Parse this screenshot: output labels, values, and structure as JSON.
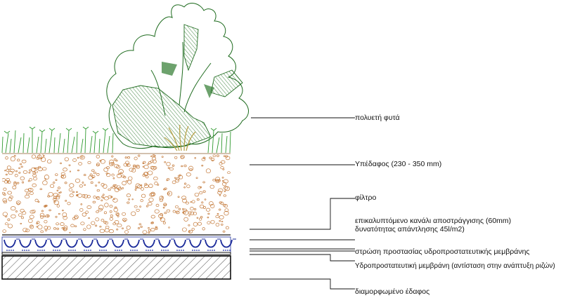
{
  "labels": {
    "plants": "πολυετή φυτά",
    "substrate": "Υπέδαφος (230 - 350 mm)",
    "filter": "φίλτρο",
    "drainage_line1": "επικαλυπτόμενο κανάλι αποστράγγισης (60mm)",
    "drainage_line2": "δυνατότητας απάντλησης 45l/m2)",
    "protection": "στρώση προστασίας υδροπροστατευτικής μεμβράνης",
    "membrane": "Υδροπροστατευτική μεμβράνη  (αντίσταση στην ανάπτυξη ριζών)",
    "base": "διαμορφωμένο έδαφος"
  },
  "colors": {
    "foliage": "#1e6b1e",
    "foliage_fill": "#3f8f3f",
    "grass": "#2f9a2f",
    "tuft": "#b8a24a",
    "soil_dots": "#c47a3a",
    "drainage": "#1a2a9a",
    "line": "#111111"
  }
}
